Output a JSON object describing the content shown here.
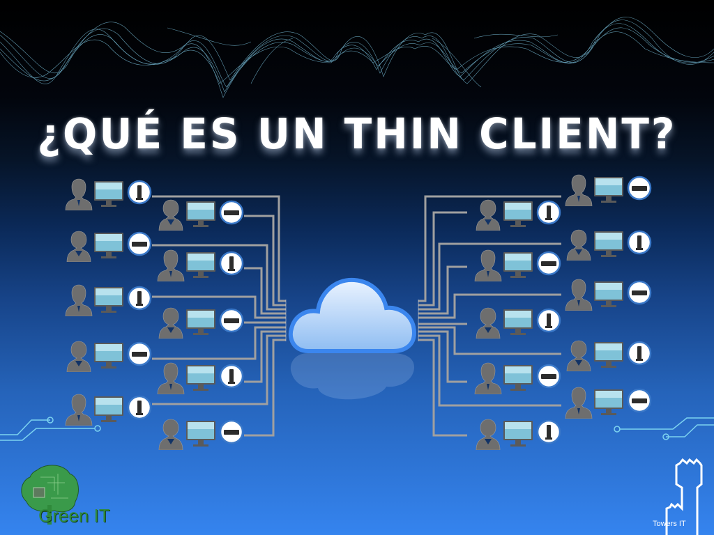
{
  "title": "¿QUÉ ES UN THIN CLIENT?",
  "center": {
    "label": "cloud",
    "icon": "cloud-icon"
  },
  "colors": {
    "background_top": "#000000",
    "background_bottom": "#3584ef",
    "wave": "#7fc9e6",
    "wire": "#9a9a9a",
    "cloud_fill": "#b9d7f7",
    "cloud_border": "#3b86ee",
    "person": "#6e6e6e",
    "monitor_screen": "#7fc2d8",
    "device_ring": "#3a78c8",
    "circuit": "#7cd3f0",
    "green_it": "#2f8a3a",
    "towers": "#ffffff"
  },
  "clients_left": [
    {
      "person": "man",
      "device": "tower"
    },
    {
      "person": "woman",
      "device": "box"
    },
    {
      "person": "woman",
      "device": "box"
    },
    {
      "person": "man",
      "device": "tower"
    },
    {
      "person": "man",
      "device": "tower"
    },
    {
      "person": "woman",
      "device": "box"
    },
    {
      "person": "woman",
      "device": "box"
    },
    {
      "person": "man",
      "device": "tower"
    },
    {
      "person": "man",
      "device": "tower"
    },
    {
      "person": "woman",
      "device": "box"
    }
  ],
  "clients_right": [
    {
      "person": "man",
      "device": "box"
    },
    {
      "person": "woman",
      "device": "tower"
    },
    {
      "person": "woman",
      "device": "tower"
    },
    {
      "person": "man",
      "device": "box"
    },
    {
      "person": "man",
      "device": "box"
    },
    {
      "person": "woman",
      "device": "tower"
    },
    {
      "person": "woman",
      "device": "tower"
    },
    {
      "person": "man",
      "device": "box"
    },
    {
      "person": "man",
      "device": "box"
    },
    {
      "person": "woman",
      "device": "tower"
    }
  ],
  "logos": {
    "left": {
      "text": "Green IT",
      "icon": "circuit-tree-icon"
    },
    "right": {
      "text": "Towers IT",
      "icon": "castle-tower-icon"
    }
  }
}
